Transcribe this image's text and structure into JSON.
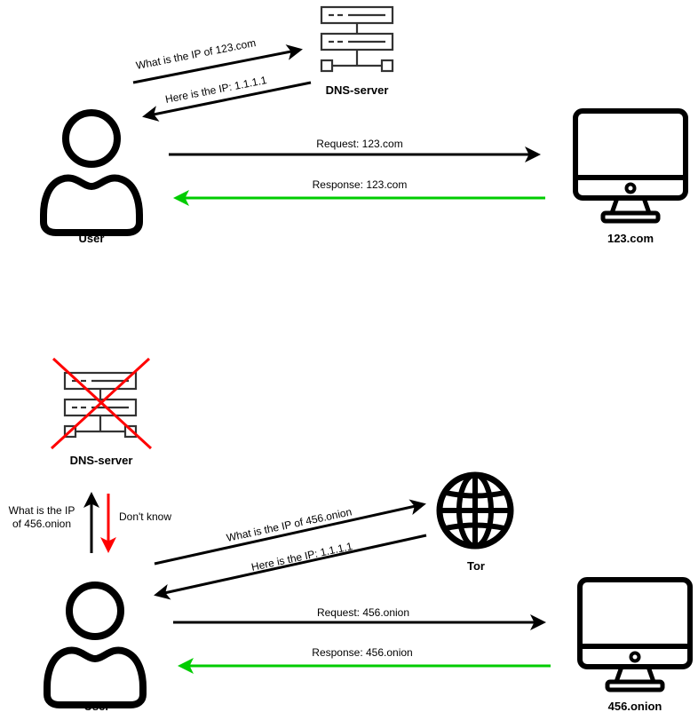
{
  "colors": {
    "black": "#000000",
    "green": "#00CC00",
    "red": "#FF0000",
    "server_stroke": "#333333"
  },
  "top_scenario": {
    "user": {
      "label": "User",
      "icon": "user-icon"
    },
    "dns_server": {
      "label": "DNS-server",
      "icon": "server-icon"
    },
    "website": {
      "label": "123.com",
      "icon": "monitor-icon"
    },
    "arrows": {
      "dns_query": "What is the IP of 123.com",
      "dns_reply": "Here is the IP: 1.1.1.1",
      "request": "Request: 123.com",
      "response": "Response: 123.com"
    }
  },
  "bottom_scenario": {
    "user": {
      "label": "User",
      "icon": "user-icon"
    },
    "dns_server": {
      "label": "DNS-server",
      "icon": "server-icon",
      "status": "crossed-out"
    },
    "tor": {
      "label": "Tor",
      "icon": "globe-icon"
    },
    "website": {
      "label": "456.onion",
      "icon": "monitor-icon"
    },
    "arrows": {
      "dns_query_line1": "What is the IP",
      "dns_query_line2": "of 456.onion",
      "dns_reply": "Don't know",
      "tor_query": "What is the IP of 456.onion",
      "tor_reply": "Here is the IP: 1.1.1.1",
      "request": "Request: 456.onion",
      "response": "Response: 456.onion"
    }
  }
}
